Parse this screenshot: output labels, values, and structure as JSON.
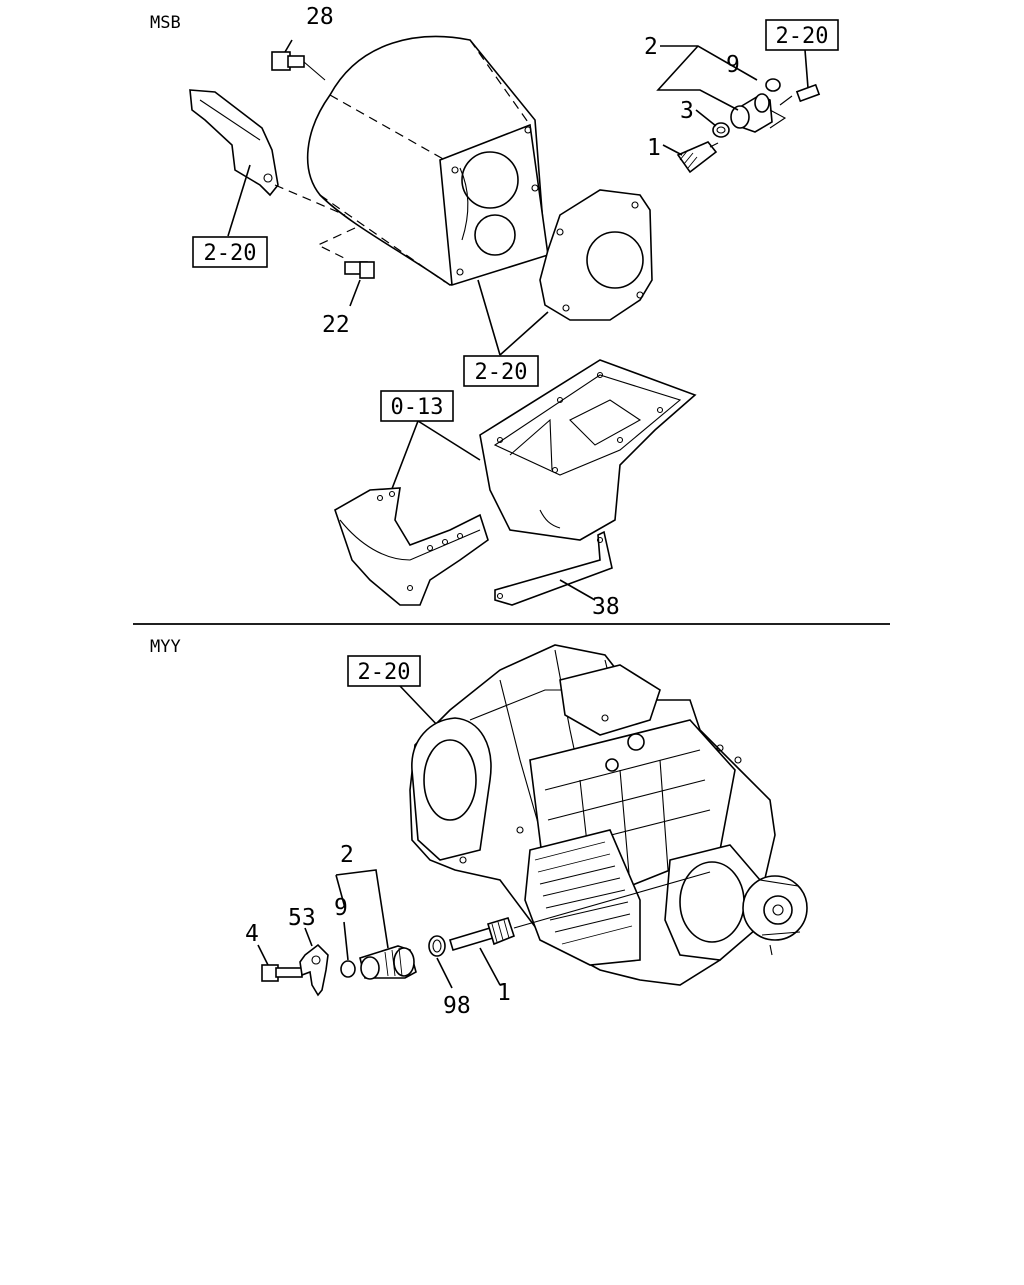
{
  "sections": {
    "top": "MSB",
    "bottom": "MYY"
  },
  "refs": {
    "top_right": "2-20",
    "bracket_left": "2-20",
    "housing_bottom": "2-20",
    "oil_pan": "0-13",
    "myy_housing": "2-20"
  },
  "callouts": {
    "msb_28": "28",
    "msb_2": "2",
    "msb_9": "9",
    "msb_3": "3",
    "msb_1": "1",
    "msb_22": "22",
    "msb_38": "38",
    "myy_2": "2",
    "myy_9": "9",
    "myy_4": "4",
    "myy_53": "53",
    "myy_98": "98",
    "myy_1": "1"
  }
}
